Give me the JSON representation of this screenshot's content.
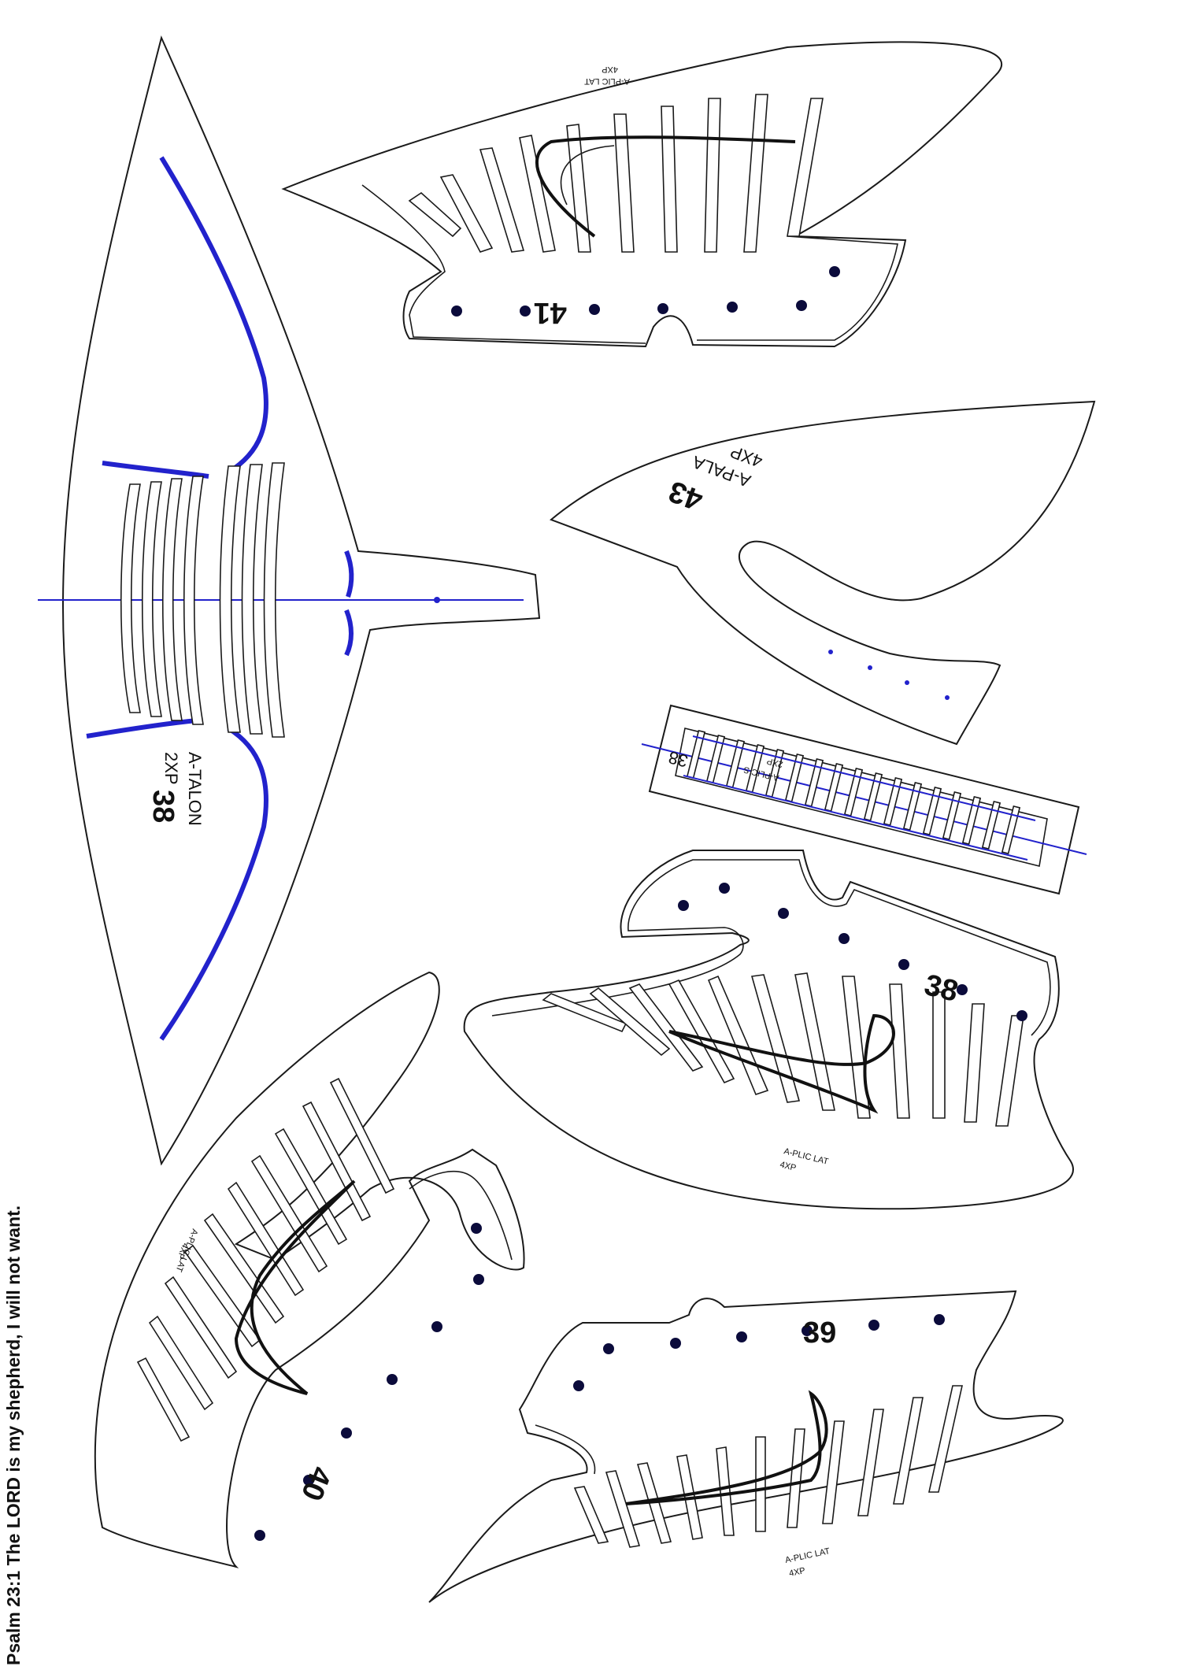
{
  "sheet": {
    "verse": "Psalm 23:1 The LORD is my shepherd, I will not want."
  },
  "pieces": {
    "talon": {
      "name": "A-TALON",
      "qty": "2XP",
      "number": "38"
    },
    "pala": {
      "name": "A-PALA",
      "qty": "4XP",
      "number": "43"
    },
    "plic_s": {
      "name": "A-PLIC S",
      "qty": "2XP",
      "number": "38"
    },
    "plic_top": {
      "name": "A-PLIC LAT",
      "qty": "4XP",
      "number": "41"
    },
    "plic_mid": {
      "name": "A-PLIC LAT",
      "qty": "4XP",
      "number": "38"
    },
    "plic_left": {
      "name": "A-PLIC LAT",
      "qty": "4XP",
      "number": "40"
    },
    "plic_bottom": {
      "name": "A-PLIC LAT",
      "qty": "4XP",
      "number": "39"
    }
  },
  "colors": {
    "outline": "#1a1a1a",
    "guide_blue": "#2222cc",
    "hole": "#0b0b3b"
  }
}
